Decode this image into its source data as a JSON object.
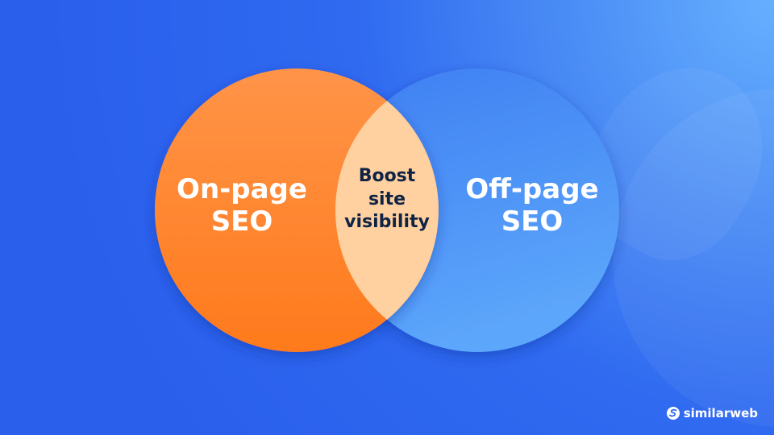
{
  "diagram": {
    "type": "venn",
    "sets": [
      {
        "id": "left",
        "label_lines": [
          "On-page",
          "SEO"
        ],
        "color": "#ff7f23"
      },
      {
        "id": "right",
        "label_lines": [
          "Off-page",
          "SEO"
        ],
        "color": "#4d8ff7"
      }
    ],
    "intersection": {
      "label_lines": [
        "Boost",
        "site",
        "visibility"
      ],
      "color": "#ffd0a0",
      "text_color": "#0f2444"
    }
  },
  "branding": {
    "logo_text": "similarweb"
  },
  "colors": {
    "background": "#2f6af0",
    "orange": "#ff7f23",
    "blue": "#4d8ff7",
    "overlap": "#ffd0a0"
  }
}
